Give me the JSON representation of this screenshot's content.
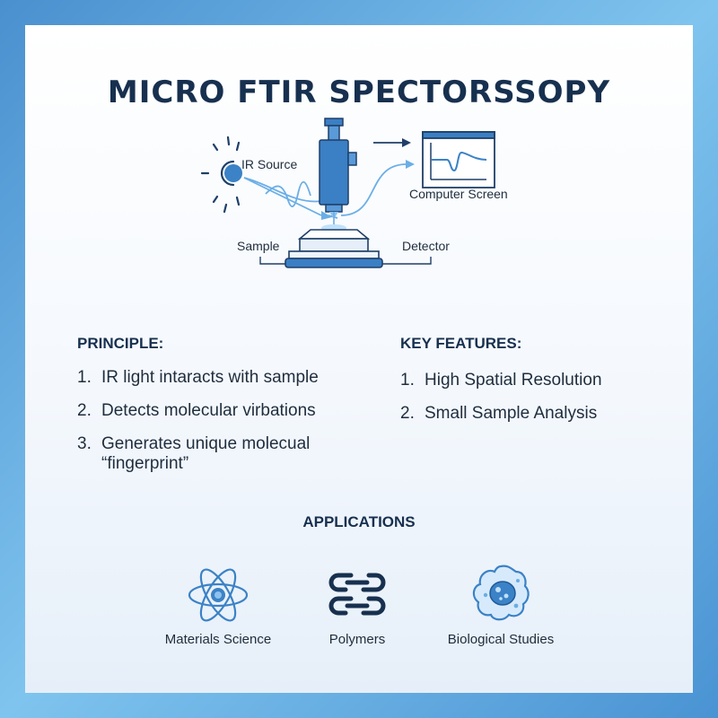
{
  "title": "MICRO FTIR SPECTORSSOPY",
  "diagram": {
    "ir_source_label": "IR Source",
    "computer_screen_label": "Computer Screen",
    "sample_label": "Sample",
    "detector_label": "Detector"
  },
  "principle": {
    "heading": "PRINCIPLE:",
    "items": [
      {
        "num": "1.",
        "text": "IR light intaracts with sample"
      },
      {
        "num": "2.",
        "text": "Detects molecular virbations"
      },
      {
        "num": "3.",
        "text": "Generates unique molecual “fingerprint”"
      }
    ]
  },
  "key_features": {
    "heading": "KEY FEATURES:",
    "items": [
      {
        "num": "1.",
        "text": "High Spatial Resolution"
      },
      {
        "num": "2.",
        "text": "Small Sample Analysis"
      }
    ]
  },
  "applications": {
    "heading": "APPLICATIONS",
    "items": [
      {
        "label": "Materials Science",
        "icon": "atom-icon"
      },
      {
        "label": "Polymers",
        "icon": "chain-links-icon"
      },
      {
        "label": "Biological Studies",
        "icon": "cell-icon"
      }
    ]
  },
  "colors": {
    "accent": "#3b82c6",
    "navy": "#17304f"
  }
}
